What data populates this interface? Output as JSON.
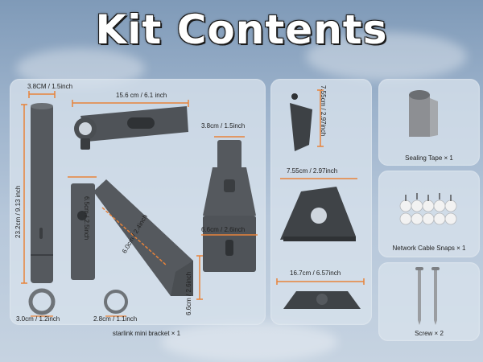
{
  "title": "Kit Contents",
  "bracket": {
    "caption": "starlink mini bracket × 1",
    "dims": {
      "top_width": "3.8CM / 1.5inch",
      "arm_length": "15.6 cm / 6.1 inch",
      "pole_height": "23.2cm / 9.13 inch",
      "ring_big": "3.0cm / 1.2inch",
      "ring_small": "2.8cm / 1.1inch",
      "connector_width": "6.5cm / 2.5inch",
      "diag_a": "6.0cm / 2.4inch",
      "diag_b": "6.6cm / 2.6inch",
      "clip_top": "3.8cm / 1.5inch",
      "clip_width": "6.6cm / 2.6inch"
    }
  },
  "mount": {
    "dims": {
      "height": "7.55cm / 2.97inch",
      "width": "7.55cm / 2.97inch",
      "length": "16.7cm / 6.57inch"
    }
  },
  "items": [
    {
      "caption": "Sealing Tape × 1"
    },
    {
      "caption": "Network Cable Snaps × 1"
    },
    {
      "caption": "Screw × 2"
    }
  ],
  "colors": {
    "accent": "#e8833a",
    "part": "#55595e",
    "panel": "#d7e1ec"
  }
}
